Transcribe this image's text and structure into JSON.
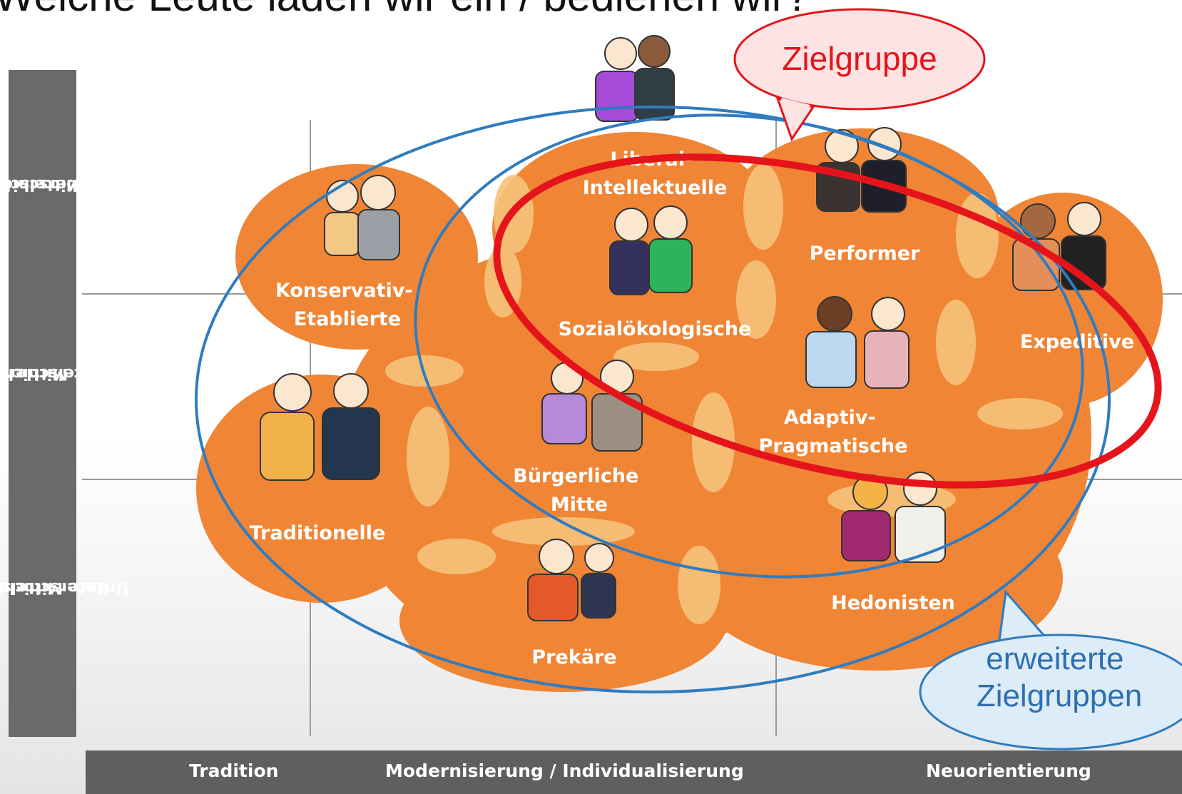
{
  "title": "Welche Leute laden wir ein / bedienen wir?",
  "y_axis": {
    "top": [
      "Oberschicht /",
      "obere Mittelschicht"
    ],
    "middle": [
      "Mittlere",
      "Mittelschicht"
    ],
    "bottom": [
      "Untere Mittelschicht /",
      "Unterschicht"
    ]
  },
  "x_axis": {
    "left": "Tradition",
    "center": "Modernisierung / Individualisierung",
    "right": "Neuorientierung"
  },
  "segments": {
    "konservativ": [
      "Konservativ-",
      "Etablierte"
    ],
    "liberal": [
      "Liberal-",
      "Intellektuelle"
    ],
    "performer": [
      "Performer"
    ],
    "expeditive": [
      "Expeditive"
    ],
    "sozial": [
      "Sozialökologische"
    ],
    "adaptiv": [
      "Adaptiv-",
      "Pragmatische"
    ],
    "buerger": [
      "Bürgerliche",
      "Mitte"
    ],
    "traditionelle": [
      "Traditionelle"
    ],
    "hedonisten": [
      "Hedonisten"
    ],
    "prekaere": [
      "Prekäre"
    ]
  },
  "callouts": {
    "zielgruppe": "Zielgruppe",
    "erweitert": [
      "erweiterte",
      "Zielgruppen"
    ]
  },
  "colors": {
    "segment_fill": "#f08535",
    "overlap": "#f6c27a",
    "target_ring": "#e5141b",
    "extended_ring": "#2f7cc0",
    "axis_bar": "#6a6a6a"
  }
}
